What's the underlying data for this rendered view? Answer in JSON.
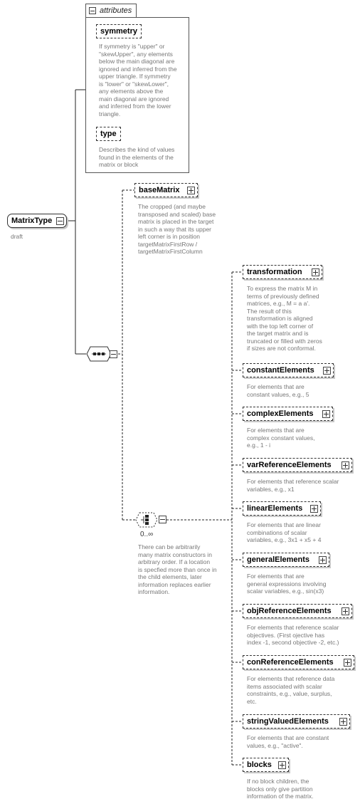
{
  "root": {
    "name": "MatrixType",
    "status": "draft"
  },
  "attributes": {
    "label": "attributes",
    "items": [
      {
        "name": "symmetry",
        "desc": [
          "If symmetry is \"upper\" or",
          "\"skewUpper\", any elements",
          "below the main diagonal are",
          "ignored and inferred from the",
          "upper triangle. If symmetry",
          "is \"lower\" or \"skewLower\",",
          "any elements above the",
          "main diagonal are ignored",
          "and inferred from the lower",
          "triangle."
        ]
      },
      {
        "name": "type",
        "desc": [
          "Describes the kind of values",
          "found in the elements of the",
          "matrix or block"
        ]
      }
    ]
  },
  "baseMatrix": {
    "name": "baseMatrix",
    "desc": [
      "The cropped (and maybe",
      "transposed and scaled) base",
      "matrix is placed in the target",
      "in such a way that its upper",
      "left corner is in position",
      "targetMatrixFirstRow /",
      "targetMatrixFirstColumn"
    ]
  },
  "choice": {
    "cardinality": "0..∞",
    "desc": [
      "There can be arbitrarily",
      "many matrix constructors in",
      "arbitrary order. If a location",
      "is specfied more than once in",
      "the child elements, later",
      "information replaces earlier",
      "information."
    ]
  },
  "children": [
    {
      "name": "transformation",
      "desc": [
        "To express the matrix M in",
        "terms of previously defined",
        "matrices, e.g., M = a a'.",
        "The result of this",
        "transformation is aligned",
        "with the top left corner of",
        "the target matrix and is",
        "truncated or filled with zeros",
        "if sizes are not conformal."
      ]
    },
    {
      "name": "constantElements",
      "desc": [
        "For elements that are",
        "constant values, e.g., 5"
      ]
    },
    {
      "name": "complexElements",
      "desc": [
        "For elements that are",
        "complex constant values,",
        "e.g., 1 - i"
      ]
    },
    {
      "name": "varReferenceElements",
      "desc": [
        "For elements that reference scalar",
        "variables, e.g., x1"
      ]
    },
    {
      "name": "linearElements",
      "desc": [
        "For elements that are linear",
        "combinations of scalar",
        "variables, e.g., 3x1 + x5 + 4"
      ]
    },
    {
      "name": "generalElements",
      "desc": [
        "For elements that are",
        "general expressions involving",
        "scalar variables, e.g., sin(x3)"
      ]
    },
    {
      "name": "objReferenceElements",
      "desc": [
        "For elements that reference scalar",
        "objectives. (First ojective has",
        "index -1, second objective -2, etc.)"
      ]
    },
    {
      "name": "conReferenceElements",
      "desc": [
        "For elements that reference data",
        "items associated with scalar",
        "constraints, e.g., value, surplus,",
        "etc."
      ]
    },
    {
      "name": "stringValuedElements",
      "desc": [
        "For elements that are constant",
        "values, e.g., \"active\"."
      ]
    },
    {
      "name": "blocks",
      "desc": [
        "If no block children, the",
        "blocks only give partition",
        "information of the matrix."
      ]
    }
  ]
}
